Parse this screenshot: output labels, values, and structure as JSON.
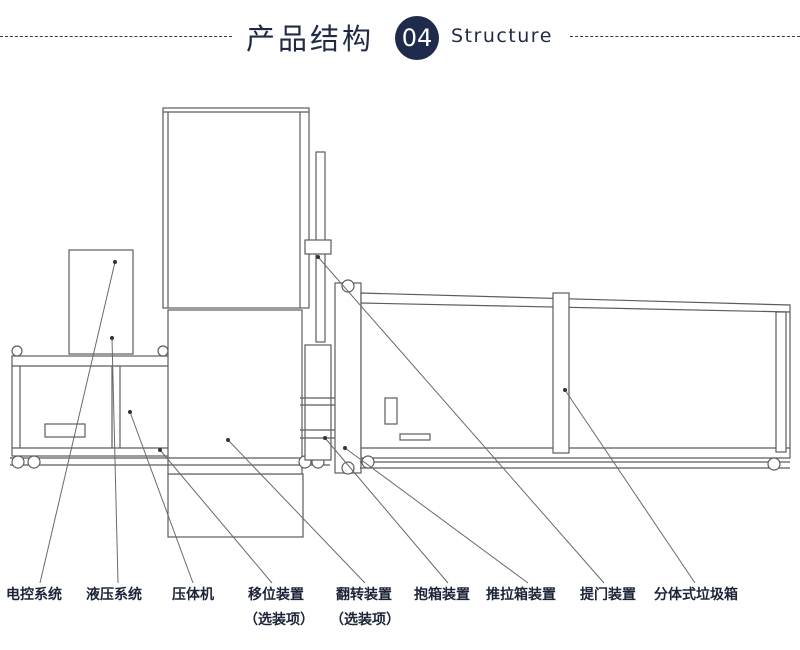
{
  "header": {
    "title_cn": "产品结构",
    "badge_number": "04",
    "title_en": "Structure"
  },
  "labels": [
    {
      "id": "electric-control",
      "text": "电控系统"
    },
    {
      "id": "hydraulic",
      "text": "液压系统"
    },
    {
      "id": "compactor",
      "text": "压体机"
    },
    {
      "id": "shift-device",
      "text": "移位装置",
      "sub": "（选装项）"
    },
    {
      "id": "flip-device",
      "text": "翻转装置",
      "sub": "（选装项）"
    },
    {
      "id": "clamp-device",
      "text": "抱箱装置"
    },
    {
      "id": "push-pull",
      "text": "推拉箱装置"
    },
    {
      "id": "door-lift",
      "text": "提门装置"
    },
    {
      "id": "split-bin",
      "text": "分体式垃圾箱"
    }
  ],
  "colors": {
    "line": "#5c5c5c",
    "leader": "#6a6a6a",
    "title": "#1e2a47",
    "badge_bg": "#1f2b4d"
  }
}
